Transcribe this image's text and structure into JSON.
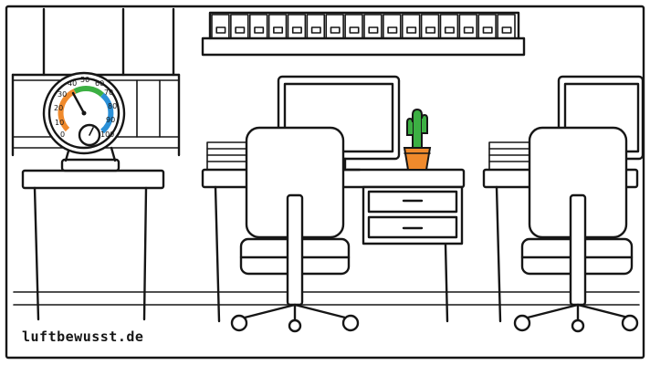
{
  "illustration": {
    "watermark": "luftbewusst.de",
    "hygrometer_ticks": [
      "0",
      "10",
      "20",
      "30",
      "40",
      "50",
      "60",
      "70",
      "80",
      "90",
      "100"
    ]
  },
  "colors": {
    "ink": "#161616",
    "gauge_dry": "#f08a2c",
    "gauge_ok": "#3cb043",
    "gauge_humid": "#2a90d8",
    "cactus": "#3cb043",
    "pot": "#f08a2c"
  }
}
